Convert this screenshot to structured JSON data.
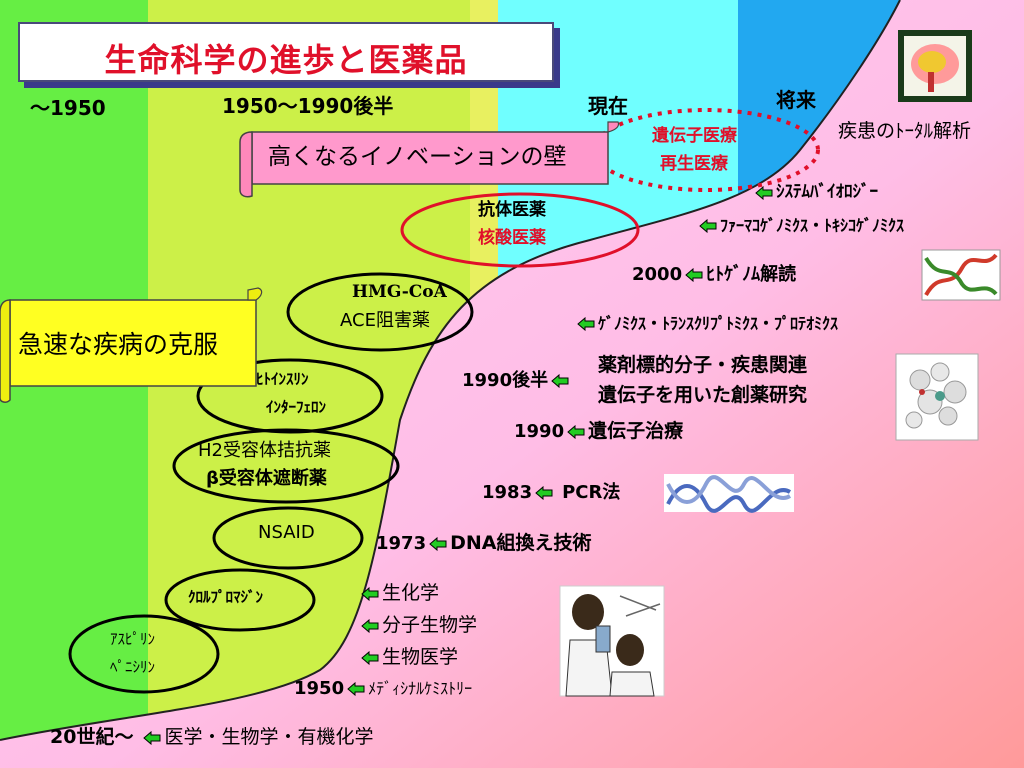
{
  "title": "生命科学の進歩と医薬品",
  "eras": {
    "pre1950": "～1950",
    "mid": "1950～1990後半",
    "now": "現在",
    "future": "将来"
  },
  "banners": {
    "innovation_wall": "高くなるイノベーションの壁",
    "rapid_overcome": "急速な疾病の克服"
  },
  "future_label": "疾患のﾄｰﾀﾙ解析",
  "current_ellipse": [
    "遺伝子医療",
    "再生医療"
  ],
  "antibody_ellipse": [
    "抗体医薬",
    "核酸医薬"
  ],
  "drug_ellipses": {
    "hmg": [
      "HMG-CoA",
      "ACE阻害薬"
    ],
    "insulin": [
      "ﾋﾄｲﾝｽﾘﾝ",
      "ｲﾝﾀｰﾌｪﾛﾝ"
    ],
    "h2": [
      "H2受容体拮抗薬",
      "β受容体遮断薬"
    ],
    "nsaid": "NSAID",
    "chlor": "ｸﾛﾙﾌﾟﾛﾏｼﾞﾝ",
    "aspirin": [
      "ｱｽﾋﾟﾘﾝ",
      "ﾍﾟﾆｼﾘﾝ"
    ]
  },
  "events": {
    "systems_bio": "ｼｽﾃﾑﾊﾞｲｵﾛｼﾞｰ",
    "pharmaco": "ﾌｧｰﾏｺｹﾞﾉﾐｸｽ・ﾄｷｼｺｹﾞﾉﾐｸｽ",
    "genome_year": "2000",
    "genome": "ﾋﾄｹﾞﾉﾑ解読",
    "omics": "ｹﾞﾉﾐｸｽ・ﾄﾗﾝｽｸﾘﾌﾟﾄﾐｸｽ・ﾌﾟﾛﾃｵﾐｸｽ",
    "late90_year": "1990後半",
    "late90_line1": "薬剤標的分子・疾患関連",
    "late90_line2": "遺伝子を用いた創薬研究",
    "gene_year": "1990",
    "gene_therapy": "遺伝子治療",
    "pcr_year": "1983",
    "pcr": "PCR法",
    "dna_year": "1973",
    "dna": "DNA組換え技術",
    "biochem": "生化学",
    "molbio": "分子生物学",
    "biomed": "生物医学",
    "medchem_year": "1950",
    "medchem": "ﾒﾃﾞｨｼﾅﾙｹﾐｽﾄﾘｰ",
    "c20_year": "20世紀～",
    "c20": "医学・生物学・有機化学"
  },
  "colors": {
    "band1": "#66ee44",
    "band2": "#ccf048",
    "band3": "#f0f070",
    "band4": "#70ffff",
    "band5": "#22a8f0",
    "curve_fill": "#ffc8ee",
    "lower_right": "#ff9a9a",
    "title_red": "#e0102a",
    "arrow_green": "#22cc22"
  }
}
